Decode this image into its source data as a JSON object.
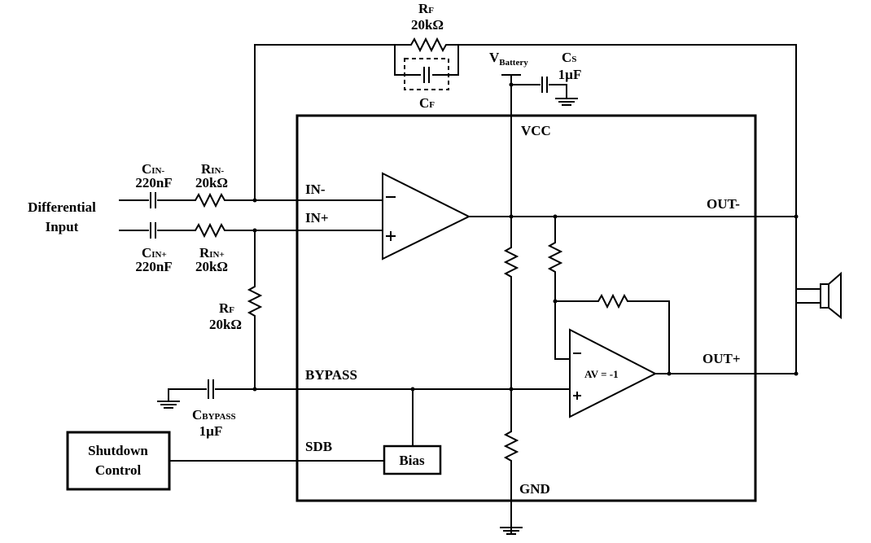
{
  "input": {
    "line1": "Differential",
    "line2": "Input"
  },
  "cin_minus": {
    "main": "C",
    "sub": "IN-",
    "value": "220nF"
  },
  "rin_minus": {
    "main": "R",
    "sub": "IN-",
    "value": "20kΩ"
  },
  "cin_plus": {
    "main": "C",
    "sub": "IN+",
    "value": "220nF"
  },
  "rin_plus": {
    "main": "R",
    "sub": "IN+",
    "value": "20kΩ"
  },
  "rf_top": {
    "main": "R",
    "sub": "F",
    "value": "20kΩ"
  },
  "cf": {
    "main": "C",
    "sub": "F"
  },
  "rf_bottom": {
    "main": "R",
    "sub": "F",
    "value": "20kΩ"
  },
  "vbattery": {
    "main": "V",
    "sub": "Battery"
  },
  "cs": {
    "main": "C",
    "sub": "S",
    "value": "1µF"
  },
  "cbypass": {
    "main": "C",
    "sub": "BYPASS",
    "value": "1µF"
  },
  "pins": {
    "vcc": "VCC",
    "in_minus": "IN-",
    "in_plus": "IN+",
    "out_minus": "OUT-",
    "out_plus": "OUT+",
    "bypass": "BYPASS",
    "sdb": "SDB",
    "gnd": "GND"
  },
  "amp1": {
    "minus": "−",
    "plus": "+"
  },
  "amp2": {
    "gain": "AV = -1",
    "minus": "−",
    "plus": "+"
  },
  "bias": "Bias",
  "shutdown": {
    "line1": "Shutdown",
    "line2": "Control"
  }
}
